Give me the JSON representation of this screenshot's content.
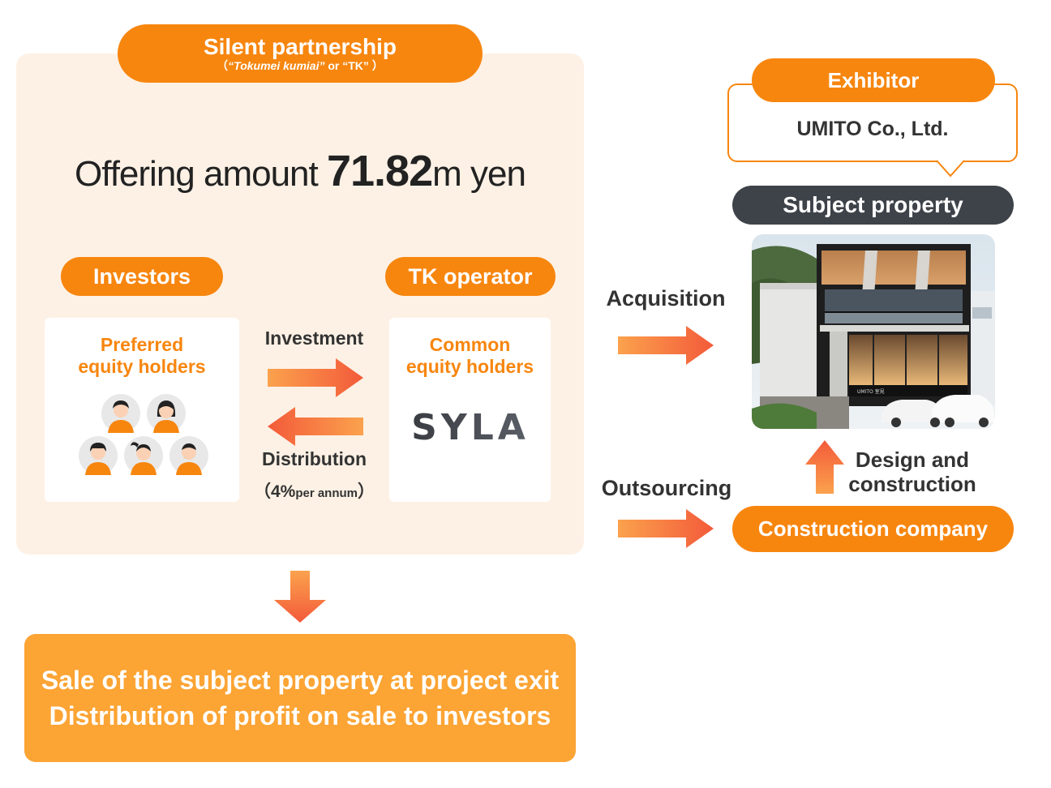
{
  "partnership": {
    "title": "Silent partnership",
    "subtitle_open": "（",
    "subtitle_term": "“Tokumei kumiai”",
    "subtitle_or": " or ",
    "subtitle_tk": "“TK”",
    "subtitle_close": " ）"
  },
  "offering": {
    "label": "Offering amount ",
    "amount": "71.82",
    "unit": "m yen"
  },
  "investors": {
    "label": "Investors",
    "card_title_line1": "Preferred",
    "card_title_line2": "equity holders",
    "avatar_icon": "person-avatar-icon"
  },
  "operator": {
    "label": "TK operator",
    "card_title_line1": "Common",
    "card_title_line2": "equity holders",
    "logo_text": "SYLA"
  },
  "flows": {
    "investment": "Investment",
    "distribution": "Distribution",
    "distribution_open": "（",
    "distribution_rate": "4%",
    "distribution_per": "per annum",
    "distribution_close": "）",
    "acquisition": "Acquisition",
    "outsourcing": "Outsourcing",
    "design_line1": "Design and",
    "design_line2": "construction"
  },
  "exhibitor": {
    "label": "Exhibitor",
    "name": "UMITO Co., Ltd."
  },
  "property": {
    "label": "Subject property",
    "sign_text": "UMITO 室見",
    "photo_icon": "building-photo"
  },
  "construction": {
    "label": "Construction company"
  },
  "exit": {
    "line1": "Sale of the subject property at project exit",
    "line2": "Distribution of profit on sale to investors"
  },
  "colors": {
    "orange": "#f7860f",
    "light_orange": "#fca434",
    "panel_bg": "#fdf1e5",
    "dark_pill": "#3e4249",
    "arrow_start": "#fb9a48",
    "arrow_end": "#f35a3a"
  }
}
